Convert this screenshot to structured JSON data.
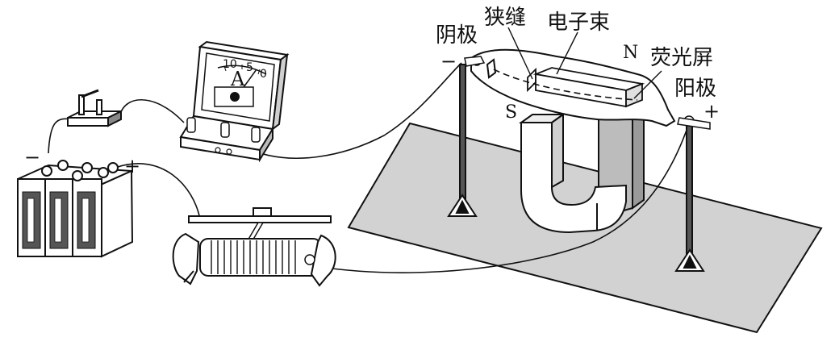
{
  "labels": {
    "cathode": "阴极",
    "slit": "狭缝",
    "electron_beam": "电子束",
    "fluorescent_screen": "荧光屏",
    "anode": "阳极",
    "north_pole": "N",
    "south_pole": "S"
  },
  "signs": {
    "cathode_minus": "−",
    "anode_plus": "+",
    "battery_minus": "−",
    "battery_plus": "+"
  },
  "ammeter": {
    "unit": "A",
    "scale_10": "10",
    "scale_5": "5",
    "scale_0": "0"
  }
}
